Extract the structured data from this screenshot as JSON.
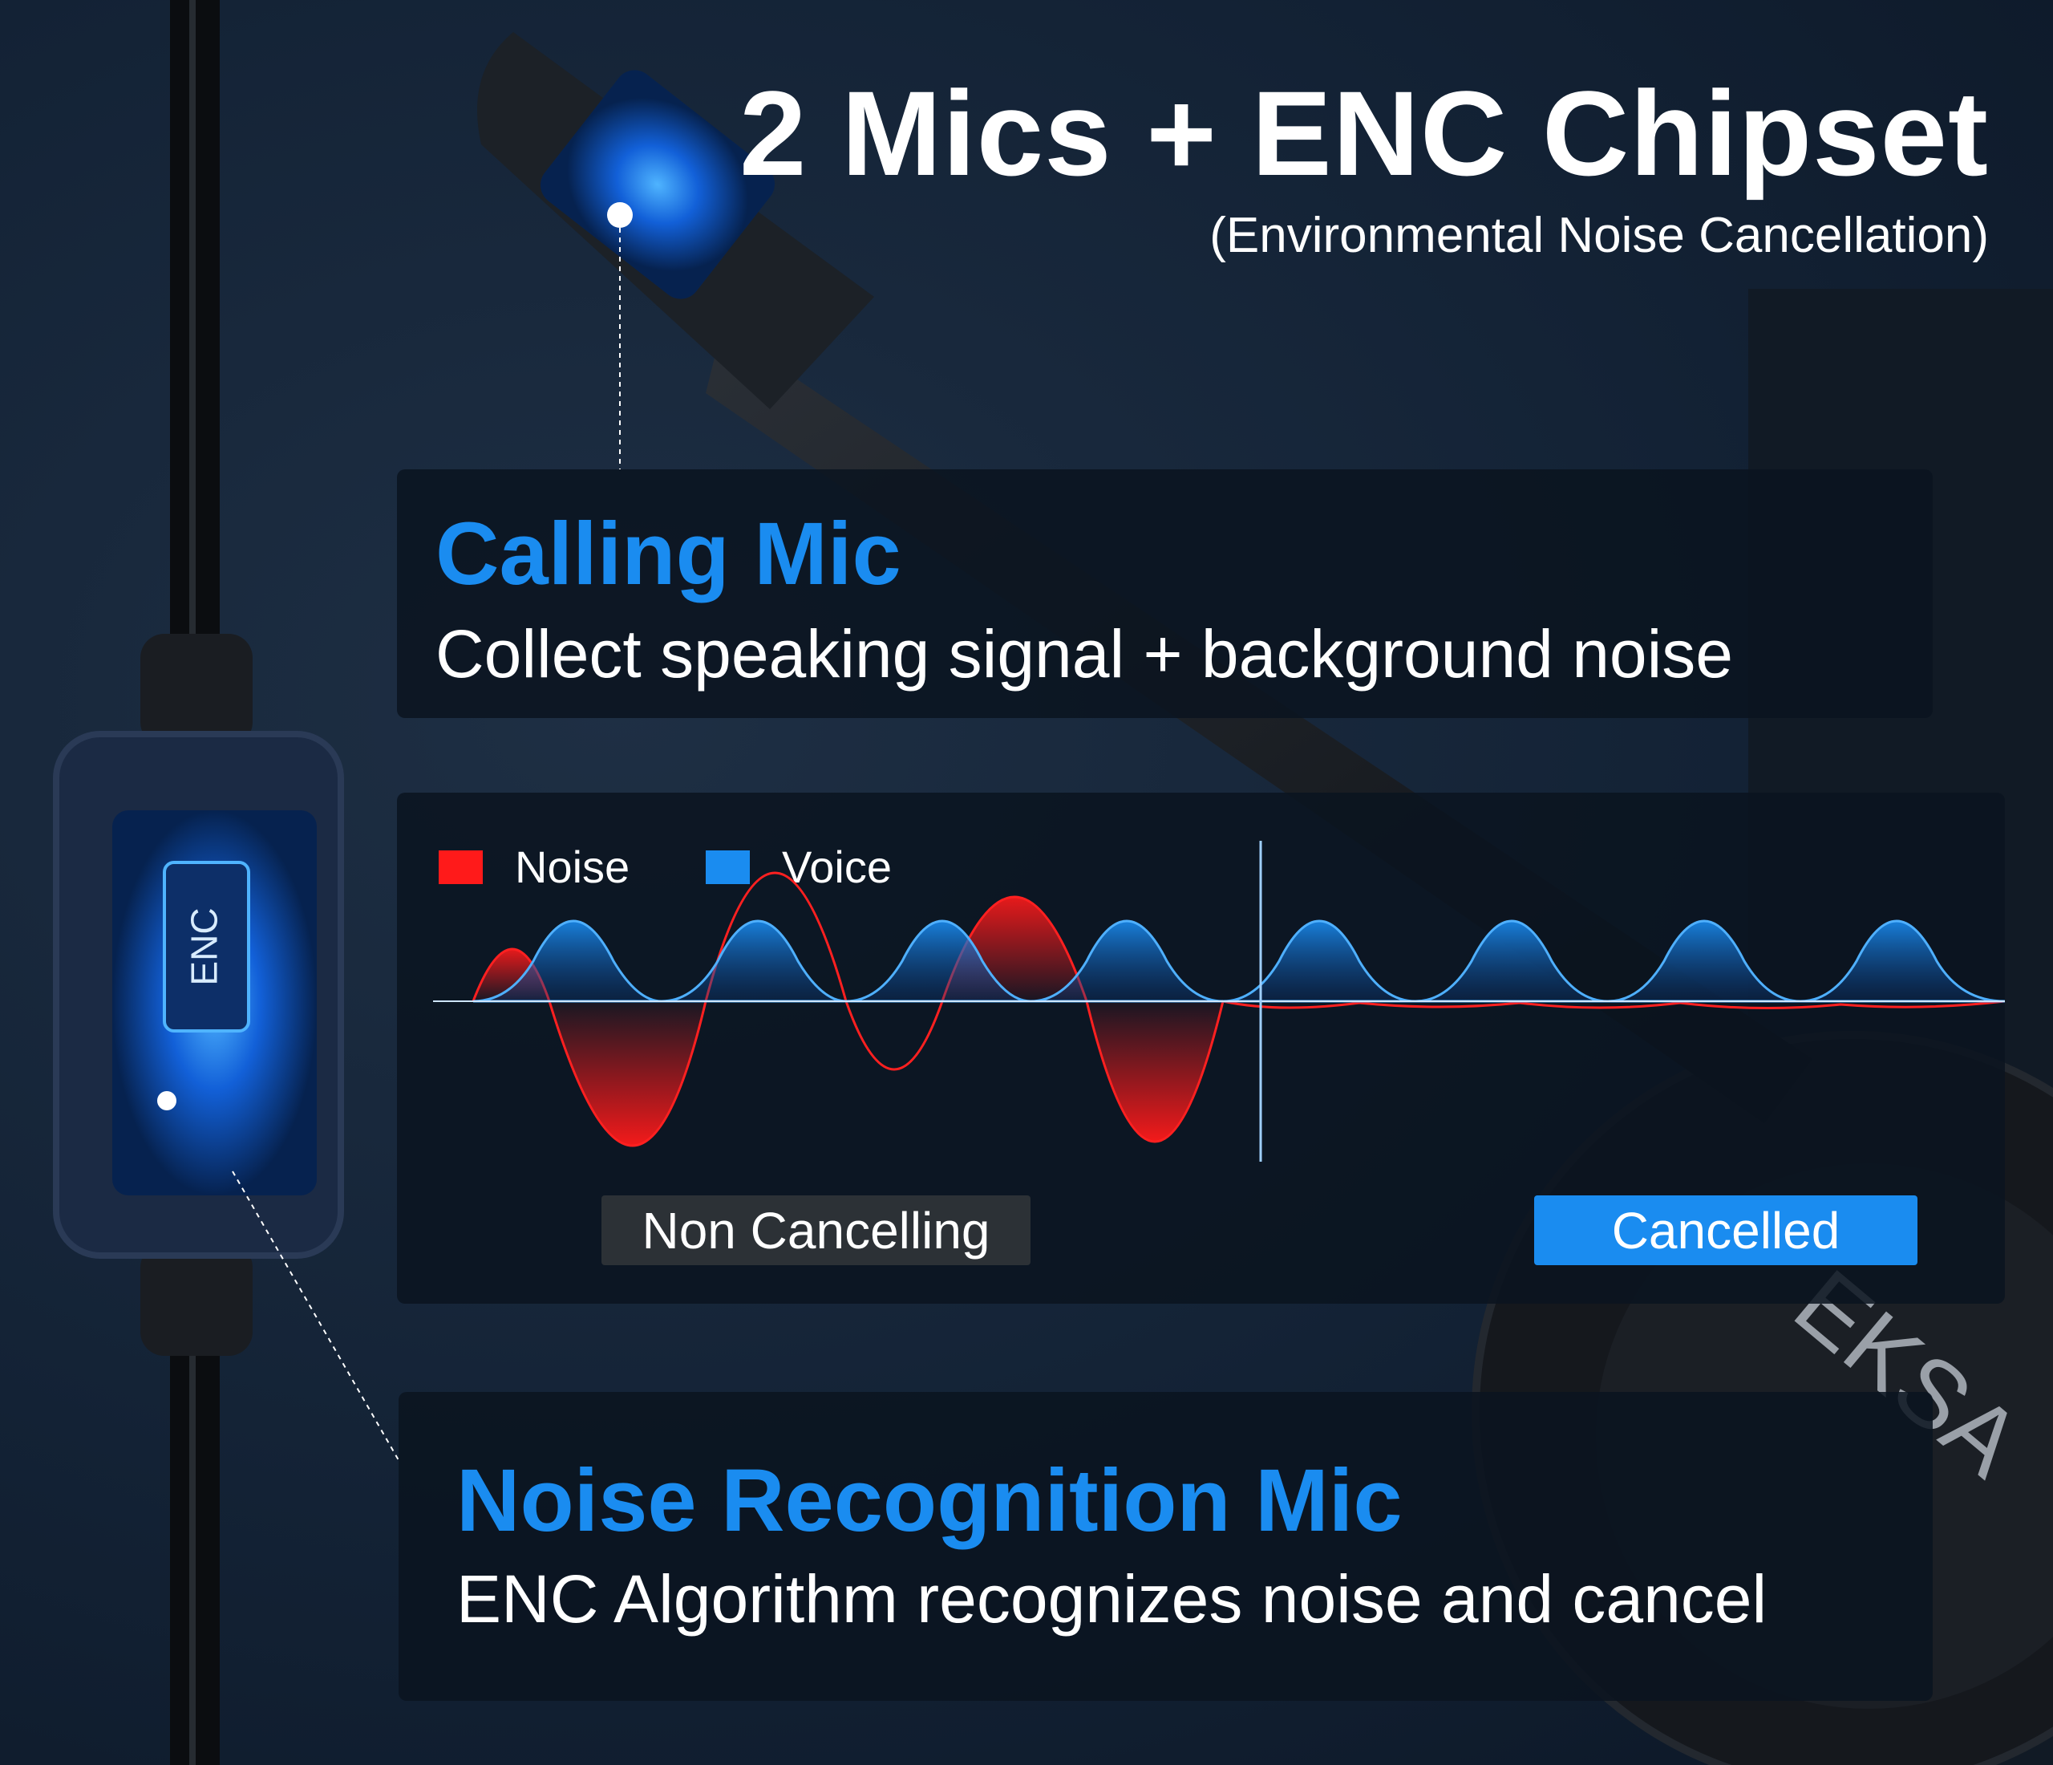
{
  "header": {
    "title": "2 Mics + ENC Chipset",
    "subtitle": "(Environmental Noise Cancellation)"
  },
  "calling_mic": {
    "title": "Calling Mic",
    "description": "Collect speaking signal + background noise"
  },
  "waveform_panel": {
    "legend": [
      {
        "label": "Noise",
        "color": "#ff1a1a"
      },
      {
        "label": "Voice",
        "color": "#1a8cf0"
      }
    ],
    "state_left": "Non Cancelling",
    "state_right": "Cancelled"
  },
  "noise_mic": {
    "title": "Noise Recognition Mic",
    "description": "ENC Algorithm recognizes noise and cancel"
  },
  "device": {
    "chip_label": "ENC"
  },
  "colors": {
    "accent": "#1a8cf0",
    "noise": "#ff1a1a",
    "background": "#132235"
  }
}
